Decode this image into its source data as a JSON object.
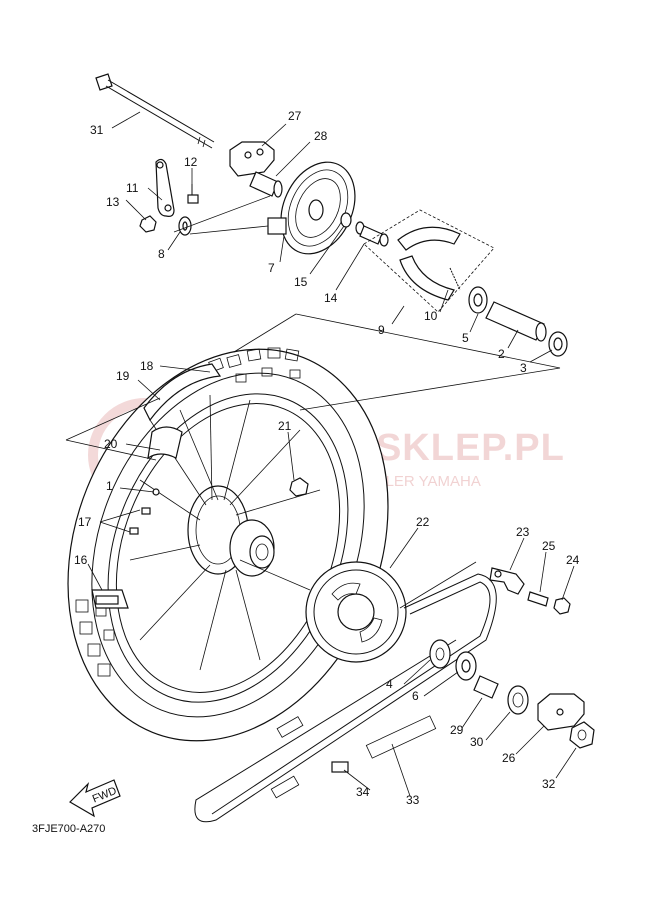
{
  "diagram_code": "3FJE700-A270",
  "watermark": {
    "brand": "MOTO-SKLEP.PL",
    "tagline": "ZIEBIKOWICZ | DEALER YAMAHA"
  },
  "fwd_label": "FWD",
  "callouts": {
    "p1": "1",
    "p2": "2",
    "p3": "3",
    "p4": "4",
    "p5": "5",
    "p6": "6",
    "p7": "7",
    "p8": "8",
    "p9": "9",
    "p10": "10",
    "p11": "11",
    "p12": "12",
    "p13": "13",
    "p14": "14",
    "p15": "15",
    "p16": "16",
    "p17": "17",
    "p18": "18",
    "p19": "19",
    "p20": "20",
    "p21": "21",
    "p22": "22",
    "p23": "23",
    "p24": "24",
    "p25": "25",
    "p26": "26",
    "p27": "27",
    "p28": "28",
    "p29": "29",
    "p30": "30",
    "p31": "31",
    "p32": "32",
    "p33": "33",
    "p34": "34"
  }
}
